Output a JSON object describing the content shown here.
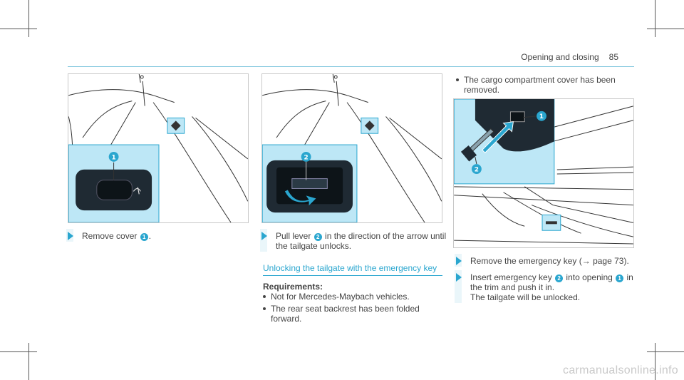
{
  "header": {
    "section": "Opening and closing",
    "page": "85"
  },
  "left": {
    "callout_1": "1",
    "step1": {
      "before": "Remove cover",
      "num": "1",
      "after": "."
    }
  },
  "middle": {
    "callout_2": "2",
    "step1": {
      "before": "Pull lever",
      "num": "2",
      "after": " in the direction of the arrow until",
      "line2": "the tailgate unlocks."
    },
    "section_title": "Unlocking the tailgate with the emergency key",
    "requirements_label": "Requirements:",
    "req_items": [
      "Not for Mercedes-Maybach vehicles.",
      "The rear seat backrest has been folded",
      "forward."
    ]
  },
  "right": {
    "bullet1": {
      "line1": "The cargo compartment cover has been",
      "line2": "removed."
    },
    "callout_1": "1",
    "callout_2": "2",
    "step1": {
      "text": "Remove the emergency key (→ page 73)."
    },
    "step2": {
      "before": "Insert emergency key",
      "num2": "2",
      "mid": " into opening",
      "num1": "1",
      "after": " in",
      "line2": "the trim and push it in.",
      "line3": "The tailgate will be unlocked."
    }
  },
  "watermark": "carmanualsonline.info",
  "colors": {
    "accent": "#2aa6cf",
    "highlight": "#bde7f6",
    "rule": "#7ac4dc"
  }
}
